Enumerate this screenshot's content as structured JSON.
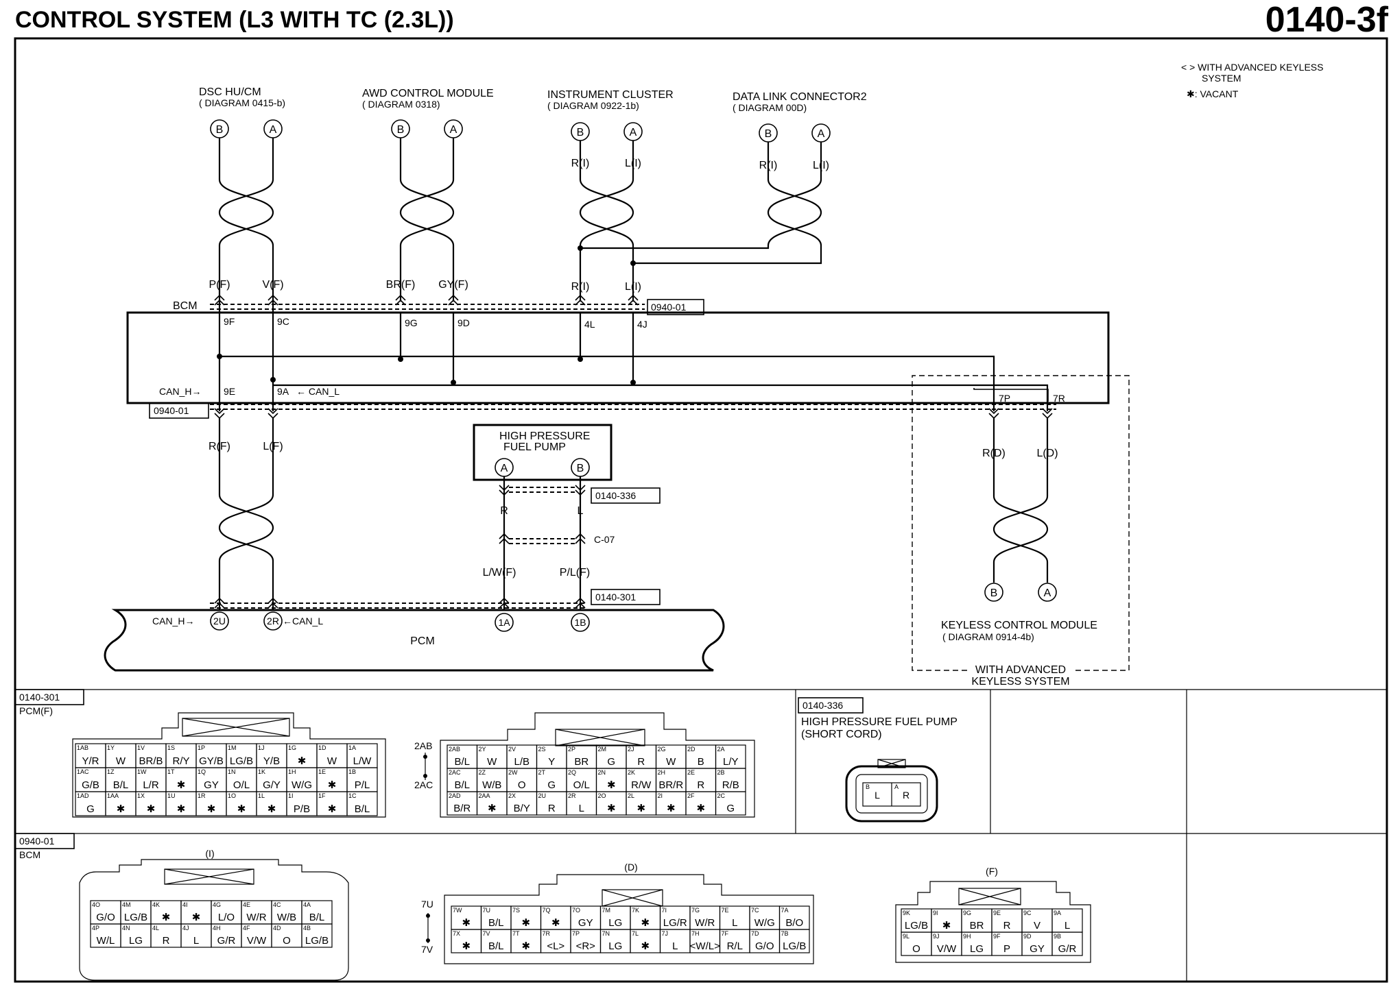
{
  "header": {
    "title": "CONTROL SYSTEM (L3 WITH TC (2.3L))",
    "page_number": "0140-3f"
  },
  "legend": {
    "line1": "< > WITH ADVANCED KEYLESS",
    "line2": "SYSTEM",
    "vacant": "✱: VACANT"
  },
  "modules": {
    "dsc": {
      "name": "DSC HU/CM",
      "ref": "( DIAGRAM 0415-b)"
    },
    "awd": {
      "name": "AWD CONTROL MODULE",
      "ref": "( DIAGRAM 0318)"
    },
    "ic": {
      "name": "INSTRUMENT CLUSTER",
      "ref": "( DIAGRAM 0922-1b)"
    },
    "dlc": {
      "name": "DATA LINK CONNECTOR2",
      "ref": "( DIAGRAM 00D)"
    },
    "hpfp": {
      "line1": "HIGH PRESSURE",
      "line2": "FUEL PUMP"
    },
    "keyless": {
      "name": "KEYLESS CONTROL MODULE",
      "ref": "( DIAGRAM 0914-4b)"
    },
    "keyless_sys": {
      "line1": "WITH ADVANCED",
      "line2": "KEYLESS SYSTEM"
    },
    "bcm": "BCM",
    "pcm": "PCM"
  },
  "pins": {
    "a": "A",
    "b": "B",
    "p2u": "2U",
    "p2r": "2R",
    "p1a": "1A",
    "p1b": "1B"
  },
  "wires": {
    "ri": "R(I)",
    "li": "L(I)",
    "pf": "P(F)",
    "vf": "V(F)",
    "brf": "BR(F)",
    "gyf": "GY(F)",
    "rf": "R(F)",
    "lf": "L(F)",
    "r": "R",
    "l": "L",
    "lwf": "L/W(F)",
    "plf": "P/L(F)",
    "rd": "R(D)",
    "ld": "L(D)"
  },
  "terminals": {
    "t9f": "9F",
    "t9c": "9C",
    "t9g": "9G",
    "t9d": "9D",
    "t4l": "4L",
    "t4j": "4J",
    "t9e": "9E",
    "t9a": "9A",
    "t7p": "7P",
    "t7r": "7R"
  },
  "signals": {
    "can_h_bcm": "CAN_H→",
    "can_l_bcm": "← CAN_L",
    "can_h_pcm": "CAN_H→",
    "can_l_pcm": "←CAN_L"
  },
  "refs": {
    "r0940a": "0940-01",
    "r0940b": "0940-01",
    "r336": "0140-336",
    "r301": "0140-301",
    "c07": "C-07"
  },
  "connectors": {
    "pcm_code": "0140-301",
    "pcm_label": "PCM(F)",
    "hp_code": "0140-336",
    "hp_line1": "HIGH PRESSURE FUEL PUMP",
    "hp_line2": "(SHORT CORD)",
    "bcm_code": "0940-01",
    "bcm_label": "BCM",
    "sec_i": "(I)",
    "sec_d": "(D)",
    "sec_f": "(F)",
    "rl_2ab": "2AB",
    "rl_2ac": "2AC",
    "rl_7u": "7U",
    "rl_7v": "7V",
    "hp_pin_l": "L",
    "hp_pin_r": "R",
    "hp_pin_b": "B",
    "hp_pin_a": "A"
  },
  "pcm_left": [
    [
      [
        "1AB",
        "Y/R"
      ],
      [
        "1Y",
        "W"
      ],
      [
        "1V",
        "BR/B"
      ],
      [
        "1S",
        "R/Y"
      ],
      [
        "1P",
        "GY/B"
      ],
      [
        "1M",
        "LG/B"
      ],
      [
        "1J",
        "Y/B"
      ],
      [
        "1G",
        "✱"
      ],
      [
        "1D",
        "W"
      ],
      [
        "1A",
        "L/W"
      ]
    ],
    [
      [
        "1AC",
        "G/B"
      ],
      [
        "1Z",
        "B/L"
      ],
      [
        "1W",
        "L/R"
      ],
      [
        "1T",
        "✱"
      ],
      [
        "1Q",
        "GY"
      ],
      [
        "1N",
        "O/L"
      ],
      [
        "1K",
        "G/Y"
      ],
      [
        "1H",
        "W/G"
      ],
      [
        "1E",
        "✱"
      ],
      [
        "1B",
        "P/L"
      ]
    ],
    [
      [
        "1AD",
        "G"
      ],
      [
        "1AA",
        "✱"
      ],
      [
        "1X",
        "✱"
      ],
      [
        "1U",
        "✱"
      ],
      [
        "1R",
        "✱"
      ],
      [
        "1O",
        "✱"
      ],
      [
        "1L",
        "✱"
      ],
      [
        "1I",
        "P/B"
      ],
      [
        "1F",
        "✱"
      ],
      [
        "1C",
        "B/L"
      ]
    ]
  ],
  "pcm_right": [
    [
      [
        "2AB",
        "B/L"
      ],
      [
        "2Y",
        "W"
      ],
      [
        "2V",
        "L/B"
      ],
      [
        "2S",
        "Y"
      ],
      [
        "2P",
        "BR"
      ],
      [
        "2M",
        "G"
      ],
      [
        "2J",
        "R"
      ],
      [
        "2G",
        "W"
      ],
      [
        "2D",
        "B"
      ],
      [
        "2A",
        "L/Y"
      ]
    ],
    [
      [
        "2AC",
        "B/L"
      ],
      [
        "2Z",
        "W/B"
      ],
      [
        "2W",
        "O"
      ],
      [
        "2T",
        "G"
      ],
      [
        "2Q",
        "O/L"
      ],
      [
        "2N",
        "✱"
      ],
      [
        "2K",
        "R/W"
      ],
      [
        "2H",
        "BR/R"
      ],
      [
        "2E",
        "R"
      ],
      [
        "2B",
        "R/B"
      ]
    ],
    [
      [
        "2AD",
        "B/R"
      ],
      [
        "2AA",
        "✱"
      ],
      [
        "2X",
        "B/Y"
      ],
      [
        "2U",
        "R"
      ],
      [
        "2R",
        "L"
      ],
      [
        "2O",
        "✱"
      ],
      [
        "2L",
        "✱"
      ],
      [
        "2I",
        "✱"
      ],
      [
        "2F",
        "✱"
      ],
      [
        "2C",
        "G"
      ]
    ]
  ],
  "bcm_i": [
    [
      [
        "4O",
        "G/O"
      ],
      [
        "4M",
        "LG/B"
      ],
      [
        "4K",
        "✱"
      ],
      [
        "4I",
        "✱"
      ],
      [
        "4G",
        "L/O"
      ],
      [
        "4E",
        "W/R"
      ],
      [
        "4C",
        "W/B"
      ],
      [
        "4A",
        "B/L"
      ]
    ],
    [
      [
        "4P",
        "W/L"
      ],
      [
        "4N",
        "LG"
      ],
      [
        "4L",
        "R"
      ],
      [
        "4J",
        "L"
      ],
      [
        "4H",
        "G/R"
      ],
      [
        "4F",
        "V/W"
      ],
      [
        "4D",
        "O"
      ],
      [
        "4B",
        "LG/B"
      ]
    ]
  ],
  "bcm_d": [
    [
      [
        "7W",
        "✱"
      ],
      [
        "7U",
        "B/L"
      ],
      [
        "7S",
        "✱"
      ],
      [
        "7Q",
        "✱"
      ],
      [
        "7O",
        "GY"
      ],
      [
        "7M",
        "LG"
      ],
      [
        "7K",
        "✱"
      ],
      [
        "7I",
        "LG/R"
      ],
      [
        "7G",
        "W/R"
      ],
      [
        "7E",
        "L"
      ],
      [
        "7C",
        "W/G"
      ],
      [
        "7A",
        "B/O"
      ]
    ],
    [
      [
        "7X",
        "✱"
      ],
      [
        "7V",
        "B/L"
      ],
      [
        "7T",
        "✱"
      ],
      [
        "7R",
        "<L>"
      ],
      [
        "7P",
        "<R>"
      ],
      [
        "7N",
        "LG"
      ],
      [
        "7L",
        "✱"
      ],
      [
        "7J",
        "L"
      ],
      [
        "7H",
        "<W/L>"
      ],
      [
        "7F",
        "R/L"
      ],
      [
        "7D",
        "G/O"
      ],
      [
        "7B",
        "LG/B"
      ]
    ]
  ],
  "bcm_f": [
    [
      [
        "9K",
        "LG/B"
      ],
      [
        "9I",
        "✱"
      ],
      [
        "9G",
        "BR"
      ],
      [
        "9E",
        "R"
      ],
      [
        "9C",
        "V"
      ],
      [
        "9A",
        "L"
      ]
    ],
    [
      [
        "9L",
        "O"
      ],
      [
        "9J",
        "V/W"
      ],
      [
        "9H",
        "LG"
      ],
      [
        "9F",
        "P"
      ],
      [
        "9D",
        "GY"
      ],
      [
        "9B",
        "G/R"
      ]
    ]
  ]
}
